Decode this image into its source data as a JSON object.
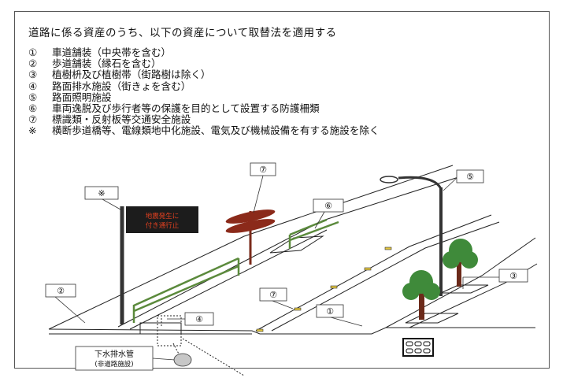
{
  "heading": "道路に係る資産のうち、以下の資産について取替法を適用する",
  "items": [
    {
      "marker": "①",
      "text": "車道舗装（中央帯を含む）"
    },
    {
      "marker": "②",
      "text": "歩道舗装（縁石を含む）"
    },
    {
      "marker": "③",
      "text": "植樹枡及び植樹帯（街路樹は除く）"
    },
    {
      "marker": "④",
      "text": "路面排水施設（街きょを含む）"
    },
    {
      "marker": "⑤",
      "text": "路面照明施設"
    },
    {
      "marker": "⑥",
      "text": "車両逸脱及び歩行者等の保護を目的として設置する防護柵類"
    },
    {
      "marker": "⑦",
      "text": "標識類・反射板等交通安全施設"
    },
    {
      "marker": "※",
      "text": "横断歩道橋等、電線類地中化施設、電気及び機械設備を有する施設を除く"
    }
  ],
  "sign": {
    "line1": "地震発生に",
    "line2": "付き通行止"
  },
  "callouts": {
    "c1": "①",
    "c2": "②",
    "c3": "③",
    "c4": "④",
    "c5": "⑤",
    "c6": "⑥",
    "c7a": "⑦",
    "c7b": "⑦",
    "excl": "※"
  },
  "sewer": {
    "line1": "下水排水管",
    "line2": "(非道路施設)"
  },
  "colors": {
    "fence": "#5b8a3c",
    "sign_board": "#8b2a1a",
    "tree": "#3f8a3a",
    "trunk": "#6b2a1a"
  }
}
